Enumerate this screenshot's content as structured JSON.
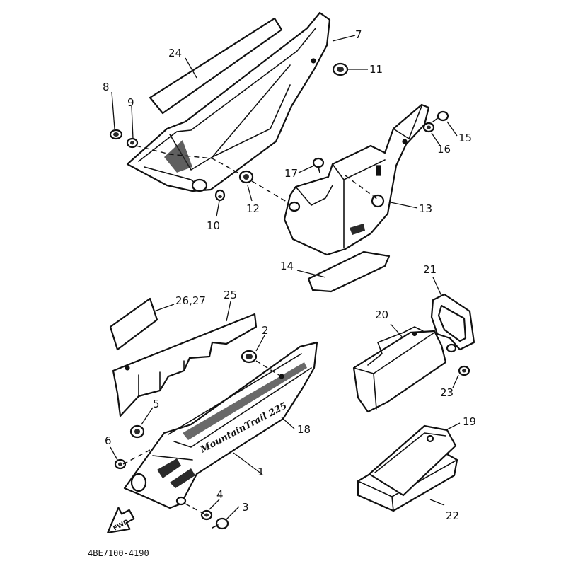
{
  "callouts": {
    "c1": "1",
    "c2": "2",
    "c3": "3",
    "c4": "4",
    "c5": "5",
    "c6": "6",
    "c7": "7",
    "c8": "8",
    "c9": "9",
    "c10": "10",
    "c11": "11",
    "c12": "12",
    "c13": "13",
    "c14": "14",
    "c15": "15",
    "c16": "16",
    "c17": "17",
    "c18": "18",
    "c19": "19",
    "c20": "20",
    "c21": "21",
    "c22": "22",
    "c23": "23",
    "c24": "24",
    "c25": "25",
    "c26_27": "26,27"
  },
  "arrow_label": "FWD",
  "emblem_text": "MountainTrail 225",
  "drawing_code": "4BE7100-4190",
  "colors": {
    "ink": "#111111",
    "paper": "#ffffff"
  }
}
